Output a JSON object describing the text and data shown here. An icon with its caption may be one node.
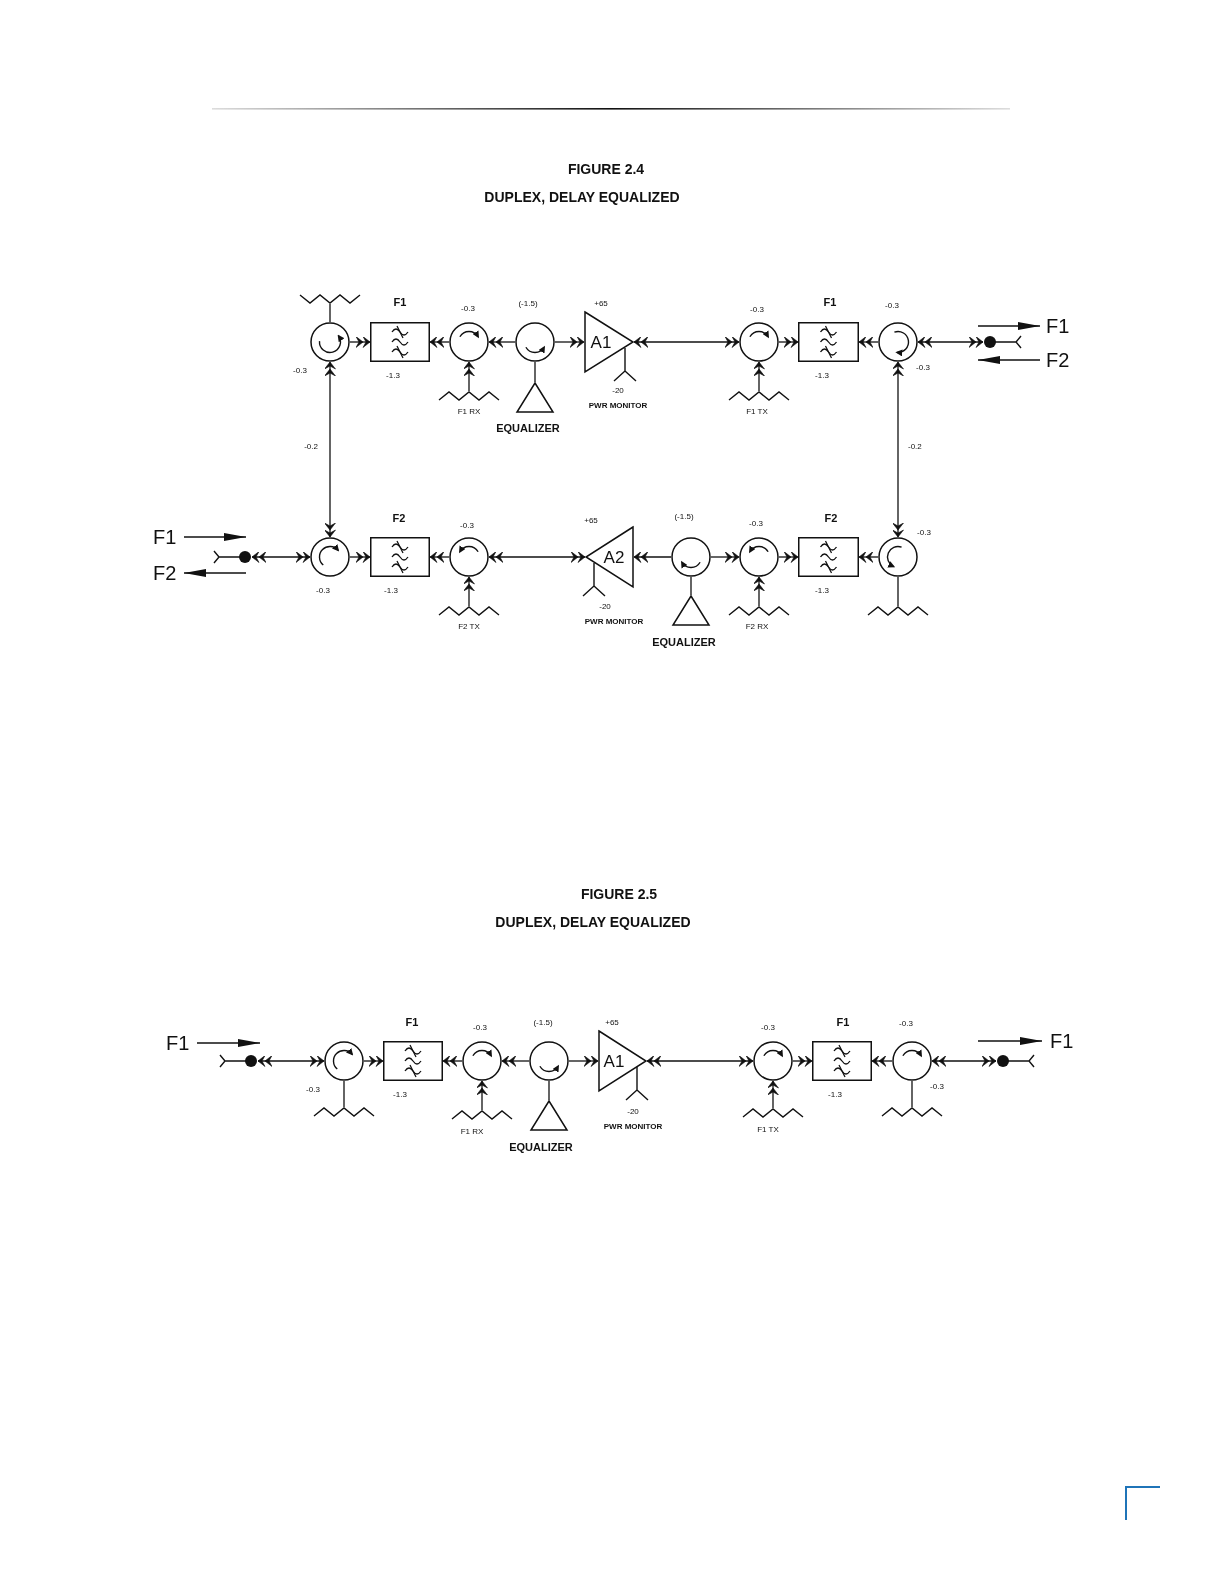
{
  "diagram": {
    "nodes": [
      {
        "text": [],
        "shape": "antenna"
      },
      {
        "text": [],
        "shape": "circle",
        "beside": [
          "-0.3"
        ]
      },
      {
        "text": [
          "F1"
        ],
        "beside": [
          "-1.3"
        ]
      },
      {
        "text": [],
        "shape": "circle",
        "beside": [
          "-0.3"
        ]
      },
      {
        "text": [],
        "shape": "antenna",
        "beside": [
          "F1 RX"
        ]
      },
      {
        "text": [],
        "shape": "circle",
        "beside": [
          "(-1.5)"
        ]
      },
      {
        "text": [],
        "shape": "triangle",
        "beside": [
          "EQUALIZER"
        ]
      },
      {
        "text": [
          "A1"
        ],
        "beside": [
          "+65",
          "-20",
          "PWR MONITOR"
        ]
      },
      {
        "text": [],
        "shape": "circle",
        "beside": [
          "-0.3"
        ]
      },
      {
        "text": [],
        "shape": "antenna",
        "beside": [
          "F1 TX"
        ]
      },
      {
        "text": [
          "F1"
        ],
        "beside": [
          "-1.3"
        ]
      },
      {
        "text": [],
        "shape": "circle",
        "beside": [
          "-0.3",
          "-0.3"
        ]
      },
      {
        "text": [],
        "shape": "connector"
      },
      {
        "text": [],
        "shape": "connector"
      },
      {
        "text": [],
        "shape": "circle",
        "beside": [
          "-0.3"
        ]
      },
      {
        "text": [
          "F2"
        ],
        "beside": [
          "-1.3"
        ]
      },
      {
        "text": [],
        "shape": "circle",
        "beside": [
          "-0.3"
        ]
      },
      {
        "text": [],
        "shape": "antenna",
        "beside": [
          "F2 TX"
        ]
      },
      {
        "text": [
          "A2"
        ],
        "beside": [
          "+65",
          "-20",
          "PWR MONITOR"
        ]
      },
      {
        "text": [],
        "shape": "circle",
        "beside": [
          "(-1.5)"
        ]
      },
      {
        "text": [],
        "shape": "triangle",
        "beside": [
          "EQUALIZER"
        ]
      },
      {
        "text": [],
        "shape": "circle",
        "beside": [
          "-0.3"
        ]
      },
      {
        "text": [],
        "shape": "antenna",
        "beside": [
          "F2 RX"
        ]
      },
      {
        "text": [
          "F2"
        ],
        "beside": [
          "-1.3"
        ]
      },
      {
        "text": [],
        "shape": "circle",
        "beside": [
          "-0.3"
        ]
      },
      {
        "text": [],
        "shape": "antenna"
      },
      {
        "text": [],
        "shape": "connector"
      },
      {
        "text": [],
        "shape": "circle",
        "beside": [
          "-0.3"
        ]
      },
      {
        "text": [],
        "shape": "antenna"
      },
      {
        "text": [
          "F1"
        ],
        "beside": [
          "-1.3"
        ]
      },
      {
        "text": [],
        "shape": "circle",
        "beside": [
          "-0.3"
        ]
      },
      {
        "text": [],
        "shape": "antenna",
        "beside": [
          "F1 RX"
        ]
      },
      {
        "text": [],
        "shape": "circle",
        "beside": [
          "(-1.5)"
        ]
      },
      {
        "text": [],
        "shape": "triangle",
        "beside": [
          "EQUALIZER"
        ]
      },
      {
        "text": [
          "A1"
        ],
        "beside": [
          "+65",
          "-20",
          "PWR MONITOR"
        ]
      },
      {
        "text": [],
        "shape": "circle",
        "beside": [
          "-0.3"
        ]
      },
      {
        "text": [],
        "shape": "antenna",
        "beside": [
          "F1 TX"
        ]
      },
      {
        "text": [
          "F1"
        ],
        "beside": [
          "-1.3"
        ]
      },
      {
        "text": [],
        "shape": "circle",
        "beside": [
          "-0.3",
          "-0.3"
        ]
      },
      {
        "text": [],
        "shape": "antenna"
      },
      {
        "text": [],
        "shape": "connector"
      }
    ],
    "edges": [
      {
        "from": 0,
        "to": 1,
        "arrow": "none"
      },
      {
        "from": 1,
        "to": 2,
        "arrow": "to"
      },
      {
        "from": 3,
        "to": 2,
        "arrow": "to"
      },
      {
        "from": 4,
        "to": 3,
        "arrow": "to"
      },
      {
        "from": 5,
        "to": 3,
        "arrow": "to"
      },
      {
        "from": 6,
        "to": 5,
        "arrow": "none"
      },
      {
        "from": 5,
        "to": 7,
        "arrow": "to"
      },
      {
        "from": 7,
        "to": 8,
        "arrow": "both"
      },
      {
        "from": 9,
        "to": 8,
        "arrow": "to"
      },
      {
        "from": 8,
        "to": 10,
        "arrow": "to"
      },
      {
        "from": 11,
        "to": 10,
        "arrow": "to"
      },
      {
        "from": 11,
        "to": 12,
        "arrow": "both"
      },
      {
        "from": 1,
        "to": 14,
        "arrow": "both",
        "label": "-0.2"
      },
      {
        "from": 11,
        "to": 24,
        "arrow": "both",
        "label": "-0.2"
      },
      {
        "from": 13,
        "to": 14,
        "arrow": "both"
      },
      {
        "from": 14,
        "to": 15,
        "arrow": "to"
      },
      {
        "from": 16,
        "to": 15,
        "arrow": "to"
      },
      {
        "from": 17,
        "to": 16,
        "arrow": "to"
      },
      {
        "from": 16,
        "to": 18,
        "arrow": "both"
      },
      {
        "from": 19,
        "to": 18,
        "arrow": "to"
      },
      {
        "from": 20,
        "to": 19,
        "arrow": "none"
      },
      {
        "from": 19,
        "to": 21,
        "arrow": "to"
      },
      {
        "from": 22,
        "to": 21,
        "arrow": "to"
      },
      {
        "from": 21,
        "to": 23,
        "arrow": "to"
      },
      {
        "from": 24,
        "to": 23,
        "arrow": "to"
      },
      {
        "from": 25,
        "to": 24,
        "arrow": "none"
      },
      {
        "from": 26,
        "to": 27,
        "arrow": "both"
      },
      {
        "from": 28,
        "to": 27,
        "arrow": "none"
      },
      {
        "from": 27,
        "to": 29,
        "arrow": "to"
      },
      {
        "from": 30,
        "to": 29,
        "arrow": "to"
      },
      {
        "from": 31,
        "to": 30,
        "arrow": "to"
      },
      {
        "from": 32,
        "to": 30,
        "arrow": "to"
      },
      {
        "from": 33,
        "to": 32,
        "arrow": "none"
      },
      {
        "from": 32,
        "to": 34,
        "arrow": "to"
      },
      {
        "from": 34,
        "to": 35,
        "arrow": "both"
      },
      {
        "from": 36,
        "to": 35,
        "arrow": "to"
      },
      {
        "from": 35,
        "to": 37,
        "arrow": "to"
      },
      {
        "from": 38,
        "to": 37,
        "arrow": "to"
      },
      {
        "from": 39,
        "to": 38,
        "arrow": "none"
      },
      {
        "from": 38,
        "to": 40,
        "arrow": "both"
      }
    ],
    "labels": [
      "FIGURE 2.4",
      "DUPLEX, DELAY EQUALIZED",
      "F1",
      "F2",
      "F1",
      "F2",
      "FIGURE 2.5",
      "DUPLEX, DELAY EQUALIZED",
      "F1",
      "F1"
    ]
  }
}
